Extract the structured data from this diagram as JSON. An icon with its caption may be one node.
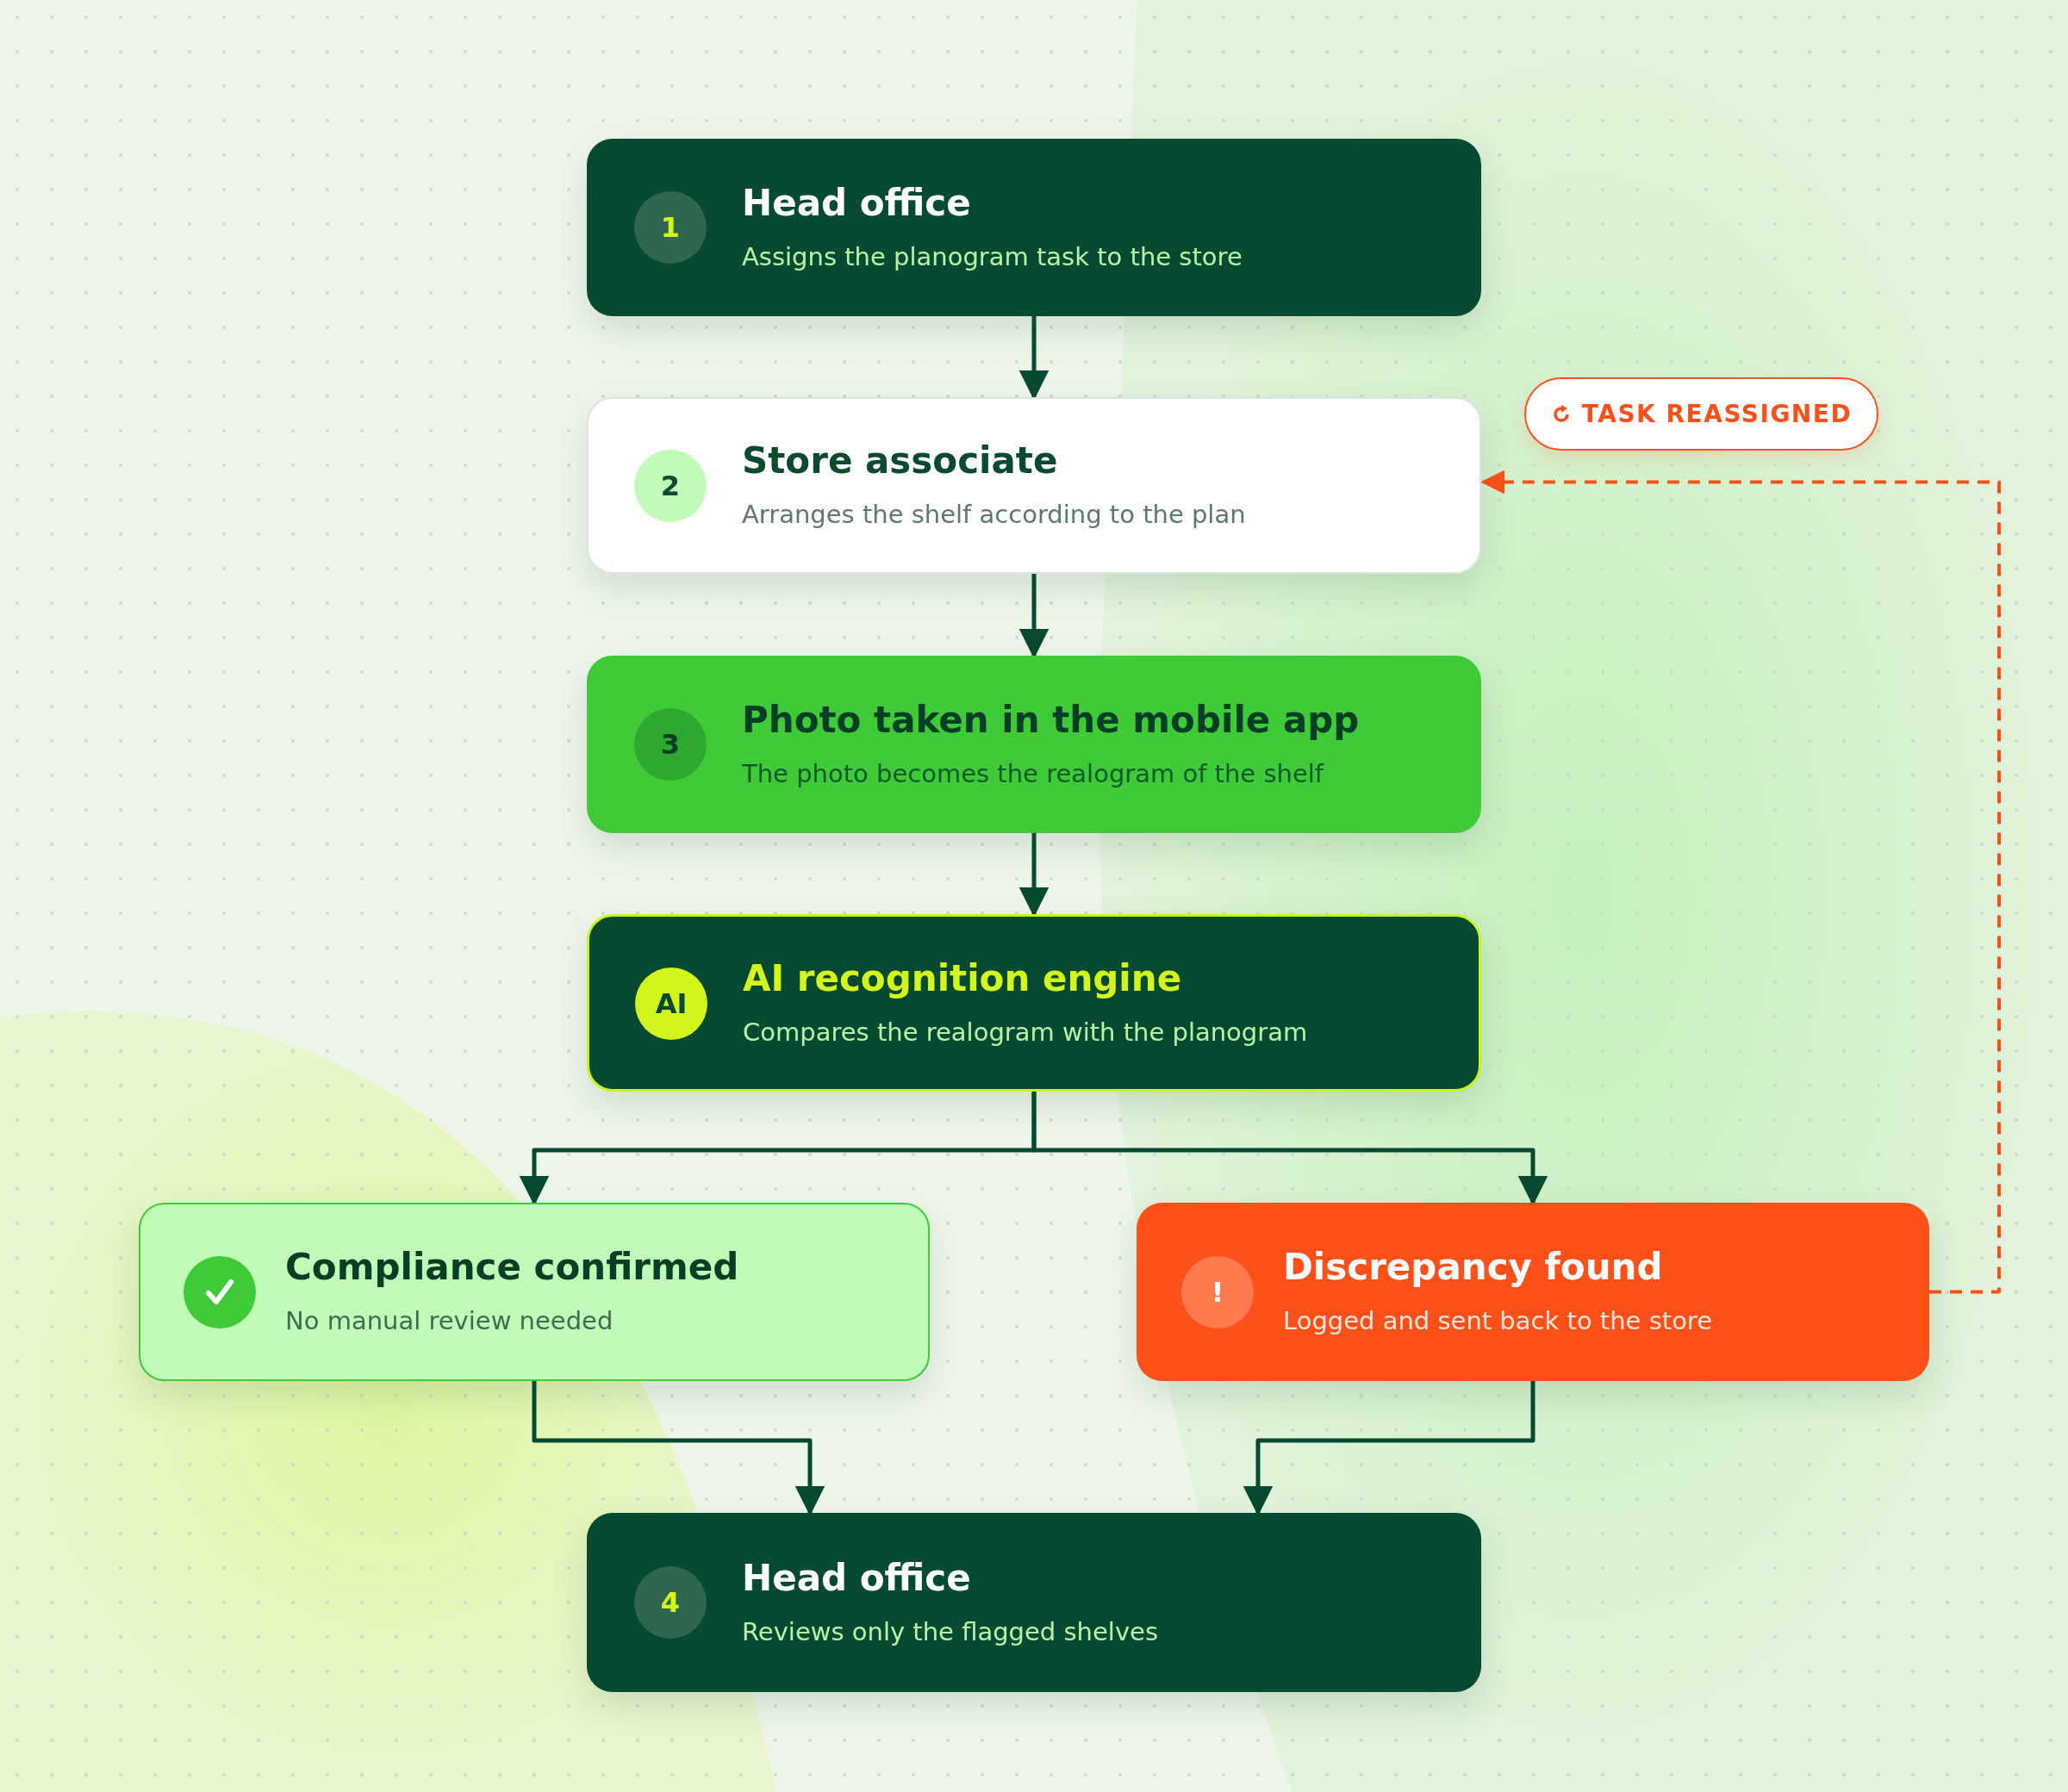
{
  "diagram": {
    "nodes": [
      {
        "text": [
          "1",
          "Head office",
          "Assigns the planogram task to the store"
        ]
      },
      {
        "text": [
          "2",
          "Store associate",
          "Arranges the shelf according to the plan"
        ]
      },
      {
        "text": [
          "3",
          "Photo taken in the mobile app",
          "The photo becomes the realogram of the shelf"
        ]
      },
      {
        "text": [
          "AI",
          "AI recognition engine",
          "Compares the realogram with the planogram"
        ]
      },
      {
        "text": [
          "Compliance confirmed",
          "No manual review needed"
        ]
      },
      {
        "text": [
          "!",
          "Discrepancy found",
          "Logged and sent back to the store"
        ]
      },
      {
        "text": [
          "4",
          "Head office",
          "Reviews only the flagged shelves"
        ]
      }
    ],
    "edges": [
      {
        "from": 0,
        "to": 1,
        "arrow": "to"
      },
      {
        "from": 1,
        "to": 2,
        "arrow": "to"
      },
      {
        "from": 2,
        "to": 3,
        "arrow": "to"
      },
      {
        "from": 3,
        "to": 4,
        "arrow": "to"
      },
      {
        "from": 3,
        "to": 5,
        "arrow": "to"
      },
      {
        "from": 4,
        "to": 6,
        "arrow": "to"
      },
      {
        "from": 5,
        "to": 6,
        "arrow": "to"
      },
      {
        "from": 5,
        "to": 1,
        "arrow": "to",
        "label": "TASK REASSIGNED",
        "style": "dashed",
        "color": "#ff5019"
      }
    ]
  }
}
